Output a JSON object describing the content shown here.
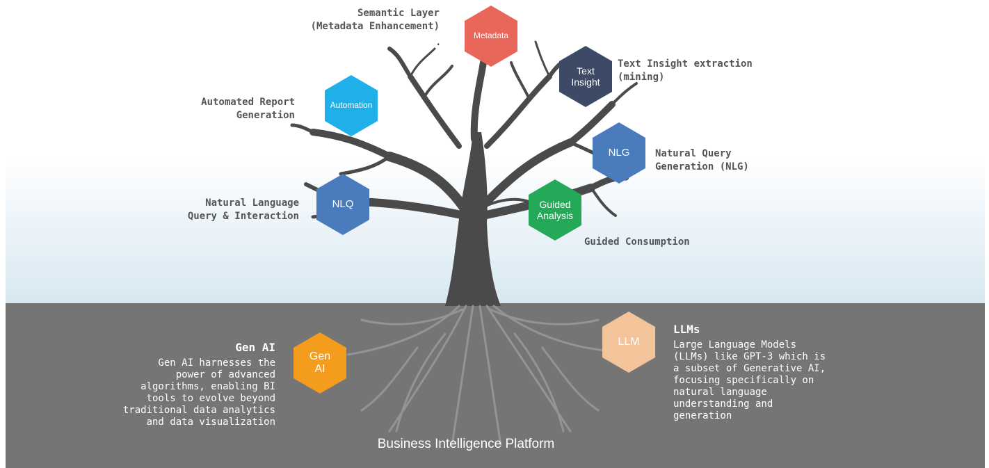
{
  "nodes": {
    "metadata": {
      "label": "Metadata",
      "color": "#e8665a"
    },
    "text_insight": {
      "label": "Text\nInsight",
      "color": "#3c4a66"
    },
    "automation": {
      "label": "Automation",
      "color": "#1fb0ea"
    },
    "nlg": {
      "label": "NLG",
      "color": "#4a7bbd"
    },
    "nlq": {
      "label": "NLQ",
      "color": "#4a7bbd"
    },
    "guided": {
      "label": "Guided\nAnalysis",
      "color": "#23a957"
    },
    "gen_ai": {
      "label": "Gen\nAI",
      "color": "#f39c1e"
    },
    "llm": {
      "label": "LLM",
      "color": "#f3c49a"
    }
  },
  "labels": {
    "semantic_layer": "Semantic Layer\n(Metadata Enhancement)",
    "semantic_dot": ".",
    "text_insight": "Text Insight extraction\n(mining)",
    "automated_report": "Automated Report\nGeneration",
    "natural_query_gen": "Natural Query\nGeneration (NLG)",
    "natural_language_query": "Natural Language\nQuery & Interaction",
    "guided_consumption": "Guided Consumption"
  },
  "gen_ai": {
    "title": "Gen AI",
    "body": "Gen AI harnesses the\npower of advanced\nalgorithms, enabling BI\ntools to evolve beyond\ntraditional  data analytics\nand data visualization"
  },
  "llms": {
    "title": "LLMs",
    "body": "Large Language Models\n(LLMs) like GPT-3 which is\na subset of Generative AI,\nfocusing specifically on\nnatural language\nunderstanding and\ngeneration"
  },
  "platform": "Business Intelligence Platform"
}
